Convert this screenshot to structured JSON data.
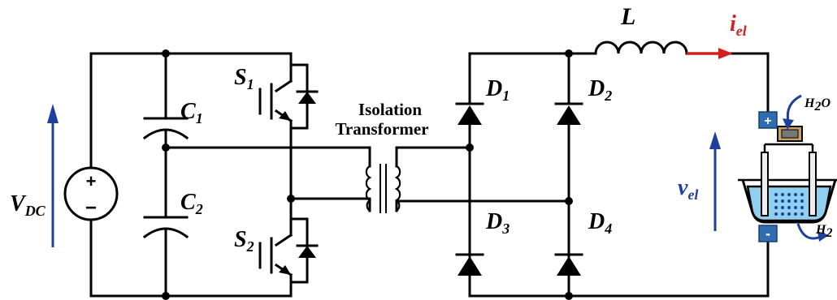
{
  "labels": {
    "vdc": {
      "main": "V",
      "sub": "DC"
    },
    "c1": {
      "main": "C",
      "sub": "1"
    },
    "c2": {
      "main": "C",
      "sub": "2"
    },
    "s1": {
      "main": "S",
      "sub": "1"
    },
    "s2": {
      "main": "S",
      "sub": "2"
    },
    "transformer_line1": "Isolation",
    "transformer_line2": "Transformer",
    "d1": {
      "main": "D",
      "sub": "1"
    },
    "d2": {
      "main": "D",
      "sub": "2"
    },
    "d3": {
      "main": "D",
      "sub": "3"
    },
    "d4": {
      "main": "D",
      "sub": "4"
    },
    "inductor": "L",
    "iel": {
      "main": "i",
      "sub": "el"
    },
    "vel": {
      "main": "v",
      "sub": "el"
    },
    "h2o": {
      "main": "H",
      "sub": "2",
      "tail": "O"
    },
    "h2": {
      "main": "H",
      "sub": "2"
    }
  },
  "symbols": {
    "source_plus": "+",
    "source_minus": "−",
    "cell_plus": "+",
    "cell_minus": "-"
  },
  "colors": {
    "wire": "#000000",
    "voltage_arrow": "#1f3f9c",
    "current_arrow": "#d21f1f",
    "electrolyte": "#8fd0ee",
    "terminal": "#2f6db0"
  }
}
